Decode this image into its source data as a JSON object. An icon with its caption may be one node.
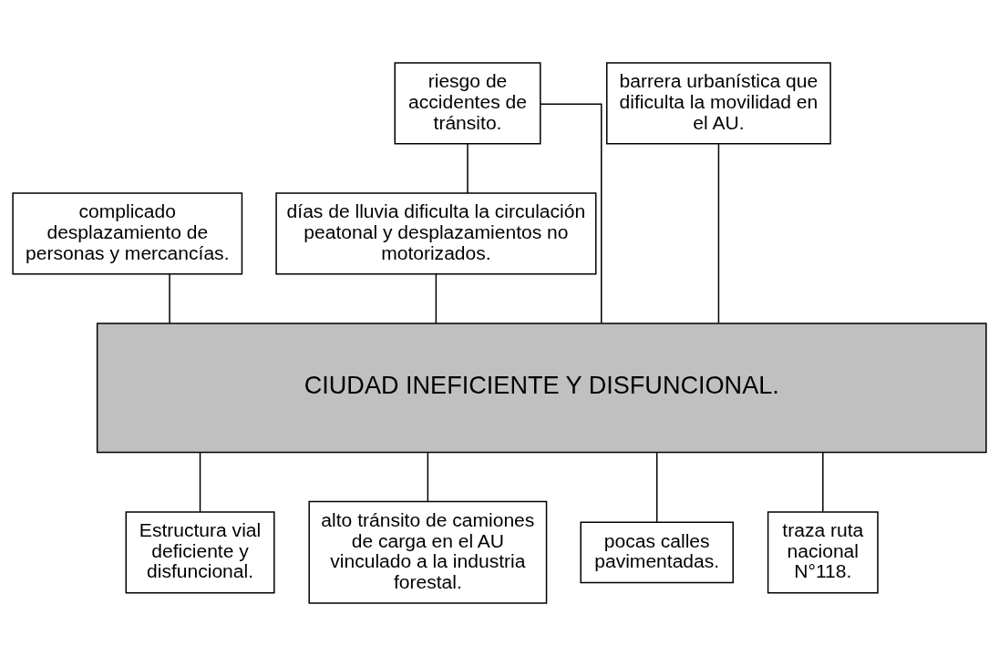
{
  "diagram": {
    "nodes": [
      {
        "text": [
          "complicado desplazamiento de personas y mercancías."
        ]
      },
      {
        "text": [
          "riesgo de accidentes de tránsito."
        ]
      },
      {
        "text": [
          "días de lluvia dificulta la circulación peatonal y desplazamientos no motorizados."
        ]
      },
      {
        "text": [
          "barrera urbanística que dificulta la movilidad en el AU."
        ]
      },
      {
        "text": [
          "CIUDAD INEFICIENTE Y DISFUNCIONAL."
        ]
      },
      {
        "text": [
          "Estructura vial deficiente y disfuncional."
        ]
      },
      {
        "text": [
          "alto tránsito de camiones de carga en el AU vinculado a la industria forestal."
        ]
      },
      {
        "text": [
          "pocas calles pavimentadas."
        ]
      },
      {
        "text": [
          "traza ruta nacional N°118."
        ]
      }
    ],
    "edges": [
      {
        "from": 0,
        "to": 4,
        "arrow": "none"
      },
      {
        "from": 1,
        "to": 4,
        "arrow": "none"
      },
      {
        "from": 1,
        "to": 2,
        "arrow": "none"
      },
      {
        "from": 2,
        "to": 4,
        "arrow": "none"
      },
      {
        "from": 3,
        "to": 4,
        "arrow": "none"
      },
      {
        "from": 4,
        "to": 5,
        "arrow": "none"
      },
      {
        "from": 4,
        "to": 6,
        "arrow": "none"
      },
      {
        "from": 4,
        "to": 7,
        "arrow": "none"
      },
      {
        "from": 4,
        "to": 8,
        "arrow": "none"
      }
    ]
  }
}
